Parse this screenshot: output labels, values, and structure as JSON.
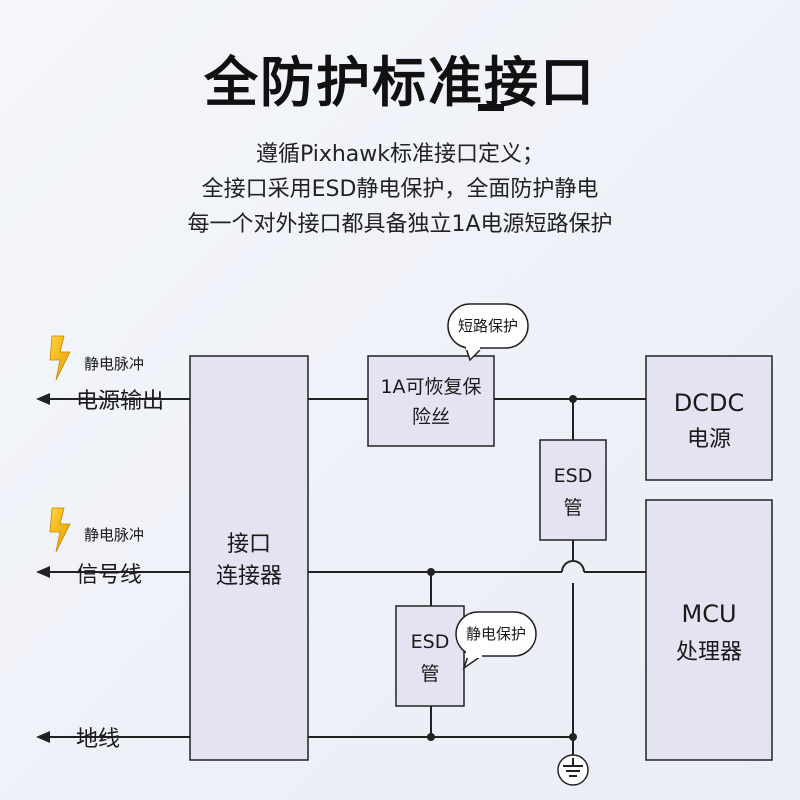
{
  "header": {
    "title": "全防护标准接口",
    "lines": [
      "遵循Pixhawk标准接口定义；",
      "全接口采用ESD静电保护，全面防护静电",
      "每一个对外接口都具备独立1A电源短路保护"
    ]
  },
  "diagram": {
    "ports": {
      "power_out": "电源输出",
      "signal": "信号线",
      "ground": "地线"
    },
    "pulse_labels": [
      "静电脉冲",
      "静电脉冲"
    ],
    "connector": [
      "接口",
      "连接器"
    ],
    "fuse": [
      "1A可恢复保",
      "险丝"
    ],
    "fuse_bubble": "短路保护",
    "esd_upper": [
      "ESD",
      "管"
    ],
    "esd_lower": [
      "ESD",
      "管"
    ],
    "esd_bubble": "静电保护",
    "dcdc": [
      "DCDC",
      "电源"
    ],
    "mcu": [
      "MCU",
      "处理器"
    ],
    "colors": {
      "block_fill": "#e4e3f1",
      "line": "#222222",
      "lightning": "#f3b400"
    }
  }
}
